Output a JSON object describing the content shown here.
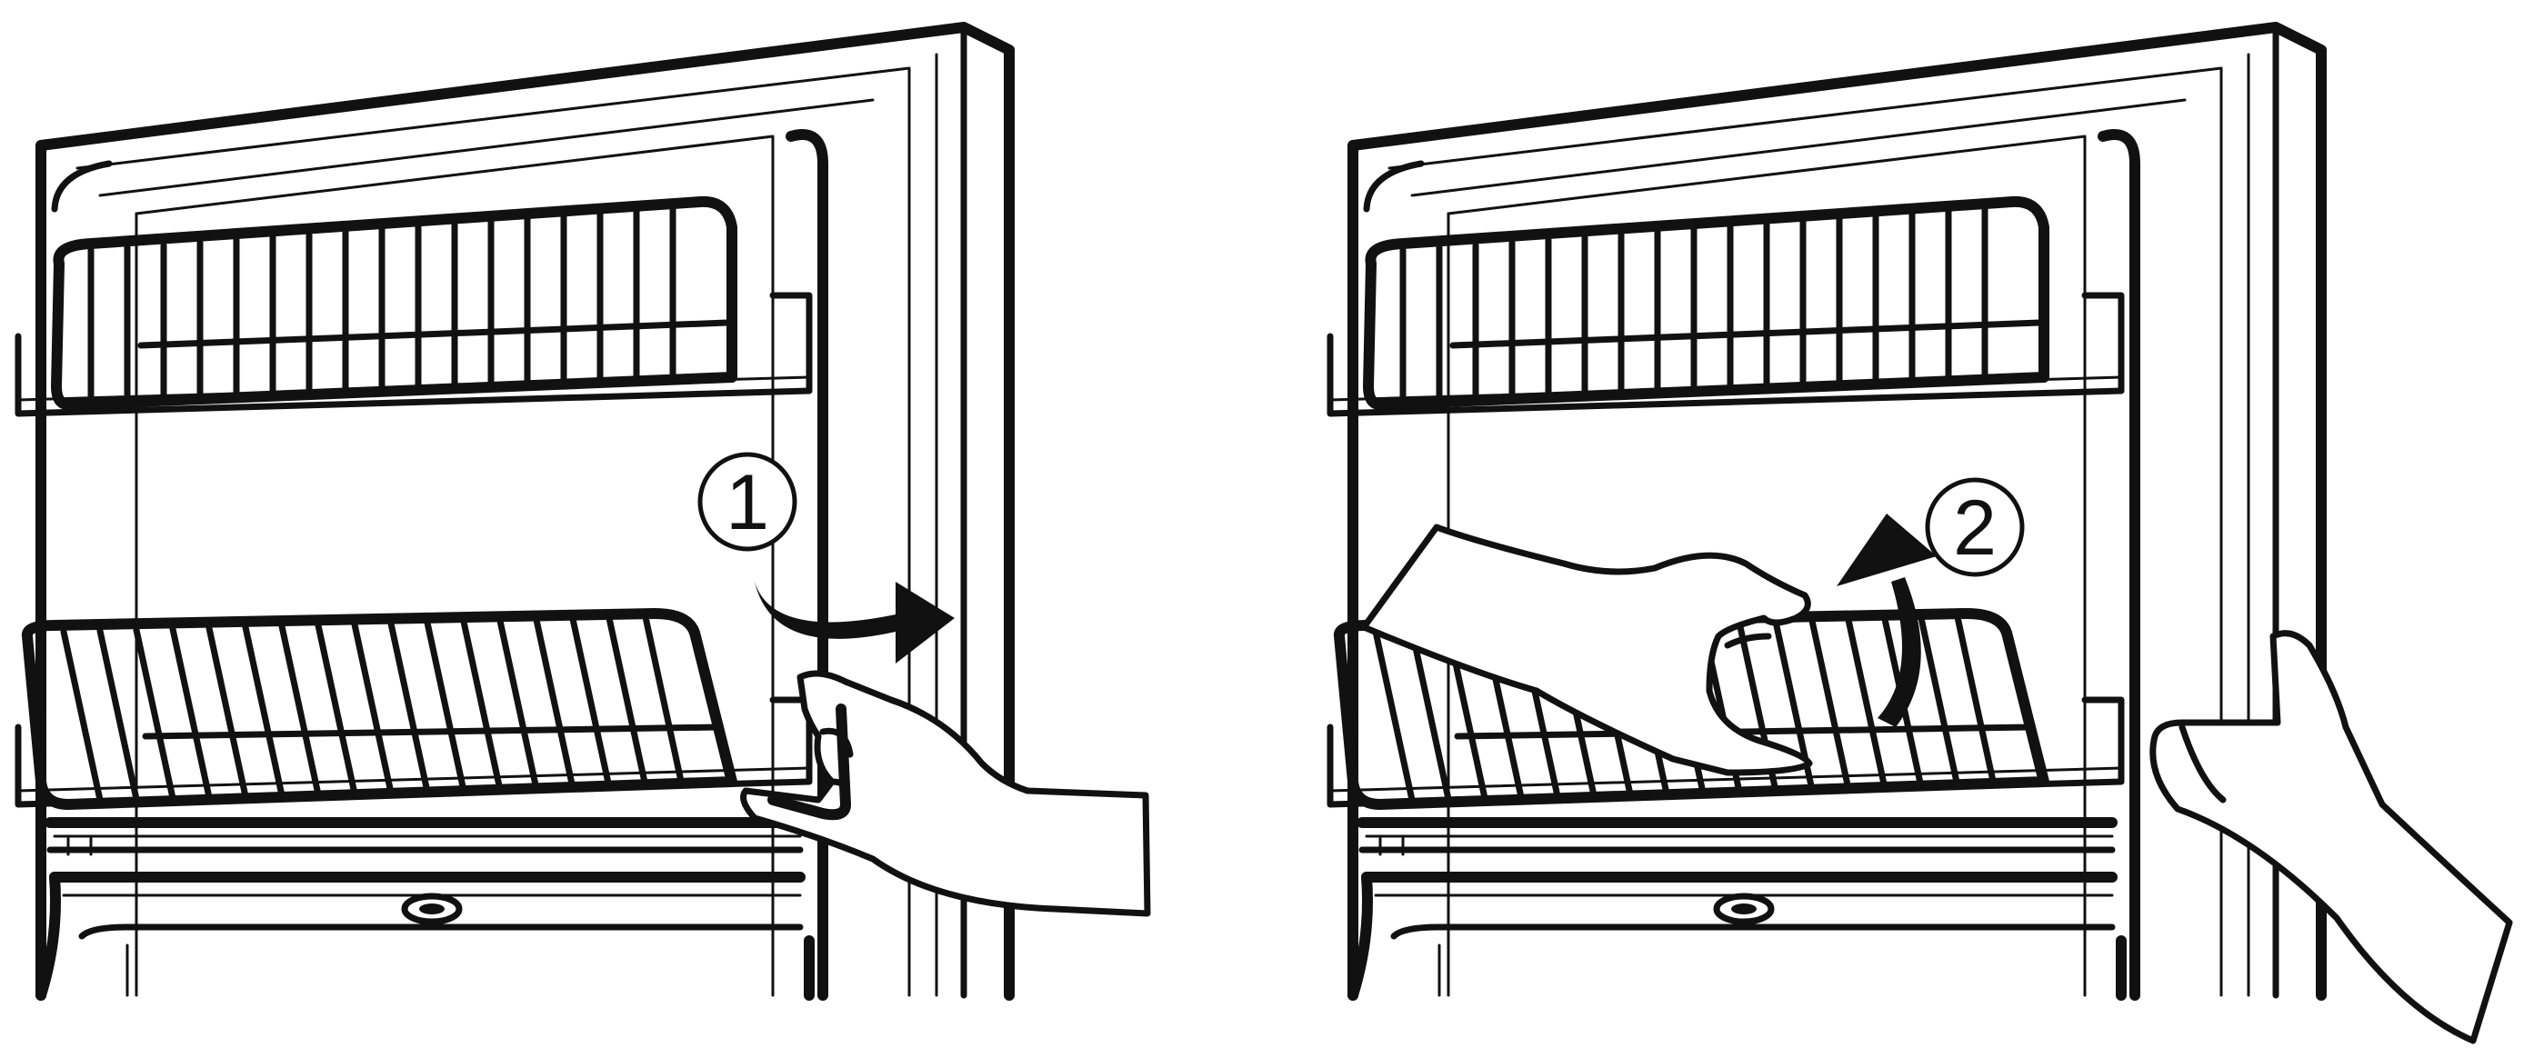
{
  "colors": {
    "line": "#111111",
    "background": "#ffffff"
  },
  "panels": [
    {
      "step_label": "1",
      "action": "pull-right-arrow"
    },
    {
      "step_label": "2",
      "action": "lift-up-arrow"
    }
  ]
}
